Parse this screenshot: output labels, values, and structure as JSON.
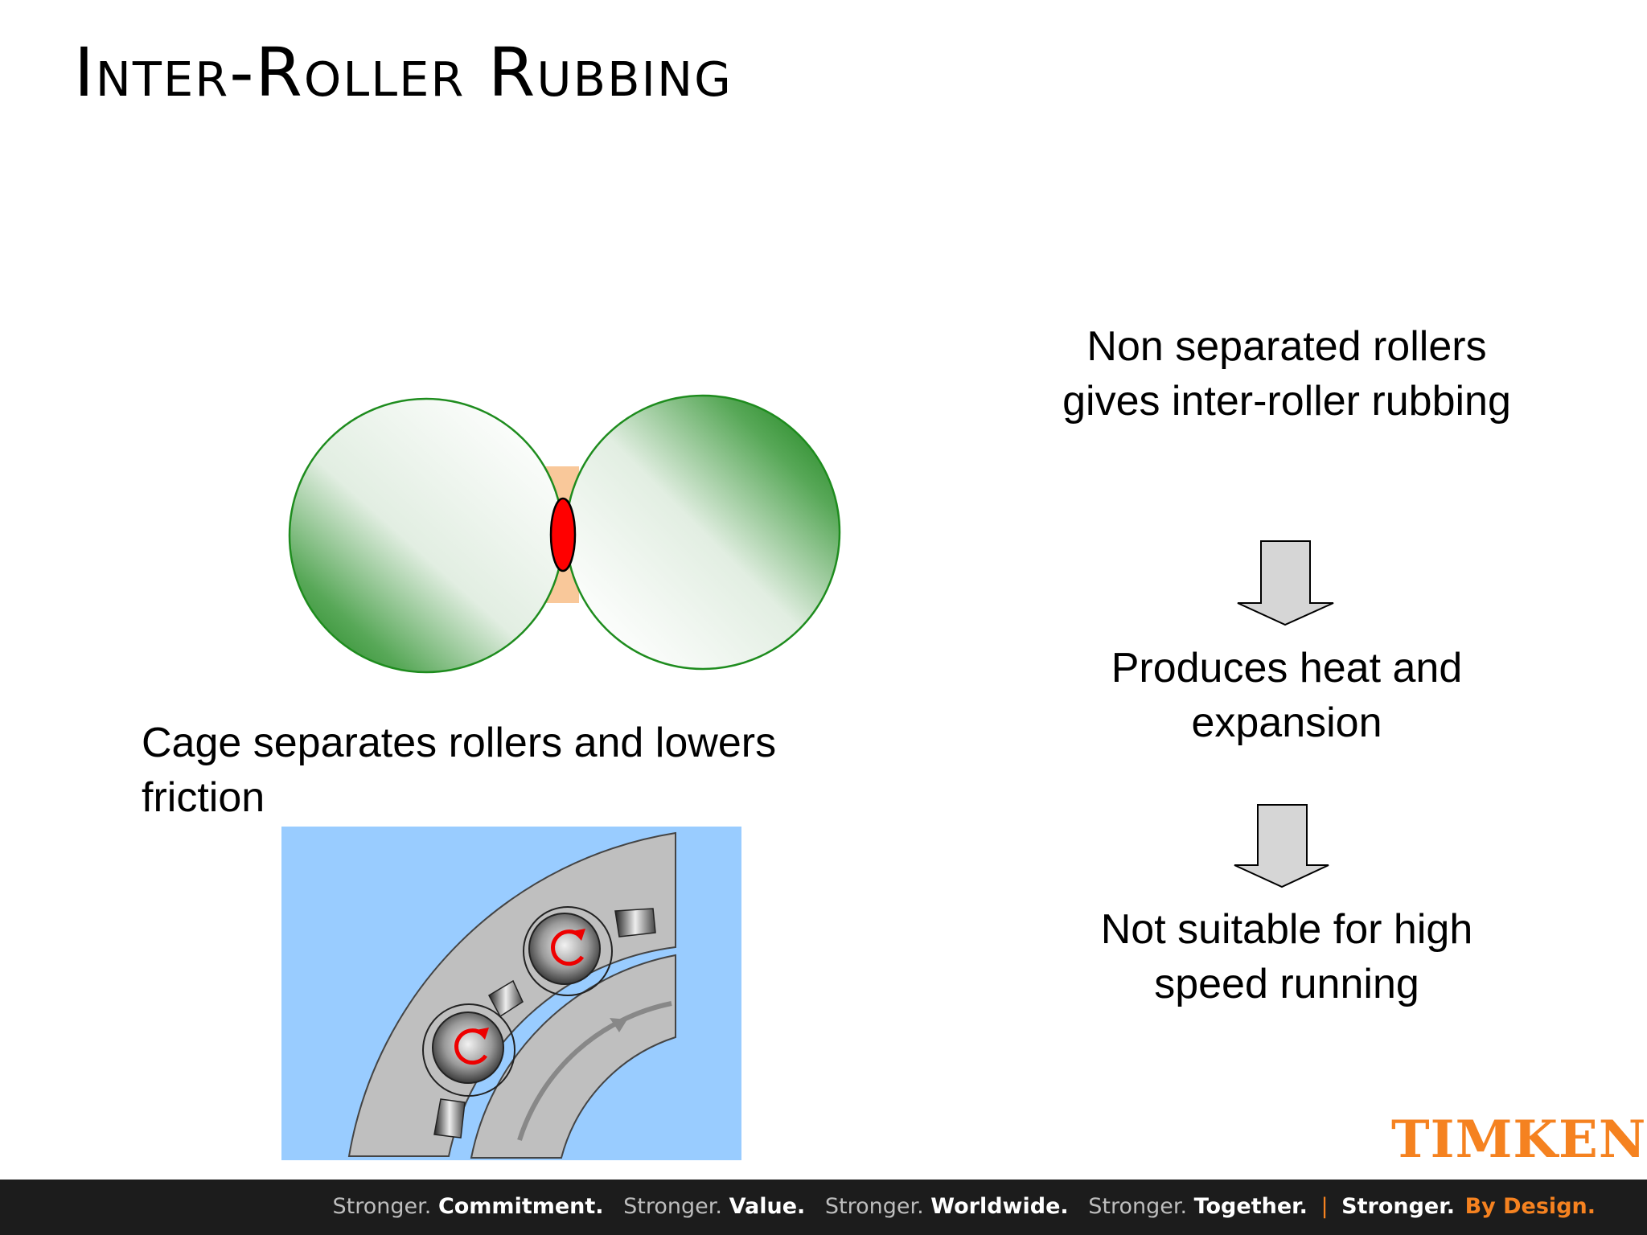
{
  "title": "Inter-Roller Rubbing",
  "right": {
    "line1a": "Non separated rollers",
    "line1b": "gives inter-roller rubbing",
    "line2a": "Produces heat and",
    "line2b": "expansion",
    "line3a": "Not suitable for high",
    "line3b": "speed running"
  },
  "caption": "Cage separates rollers and lowers friction",
  "logo": "TIMKEN",
  "footer": {
    "s1": "Stronger.",
    "b1": "Commitment.",
    "s2": "Stronger.",
    "b2": "Value.",
    "s3": "Stronger.",
    "b3": "Worldwide.",
    "s4": "Stronger.",
    "b4": "Together.",
    "sep": "|",
    "s5": "Stronger.",
    "b5": "By Design."
  },
  "colors": {
    "roller_green": "#3a9a3a",
    "contact_red": "#ff0000",
    "cage_bg": "#99ccff",
    "brand_orange": "#f58220"
  }
}
